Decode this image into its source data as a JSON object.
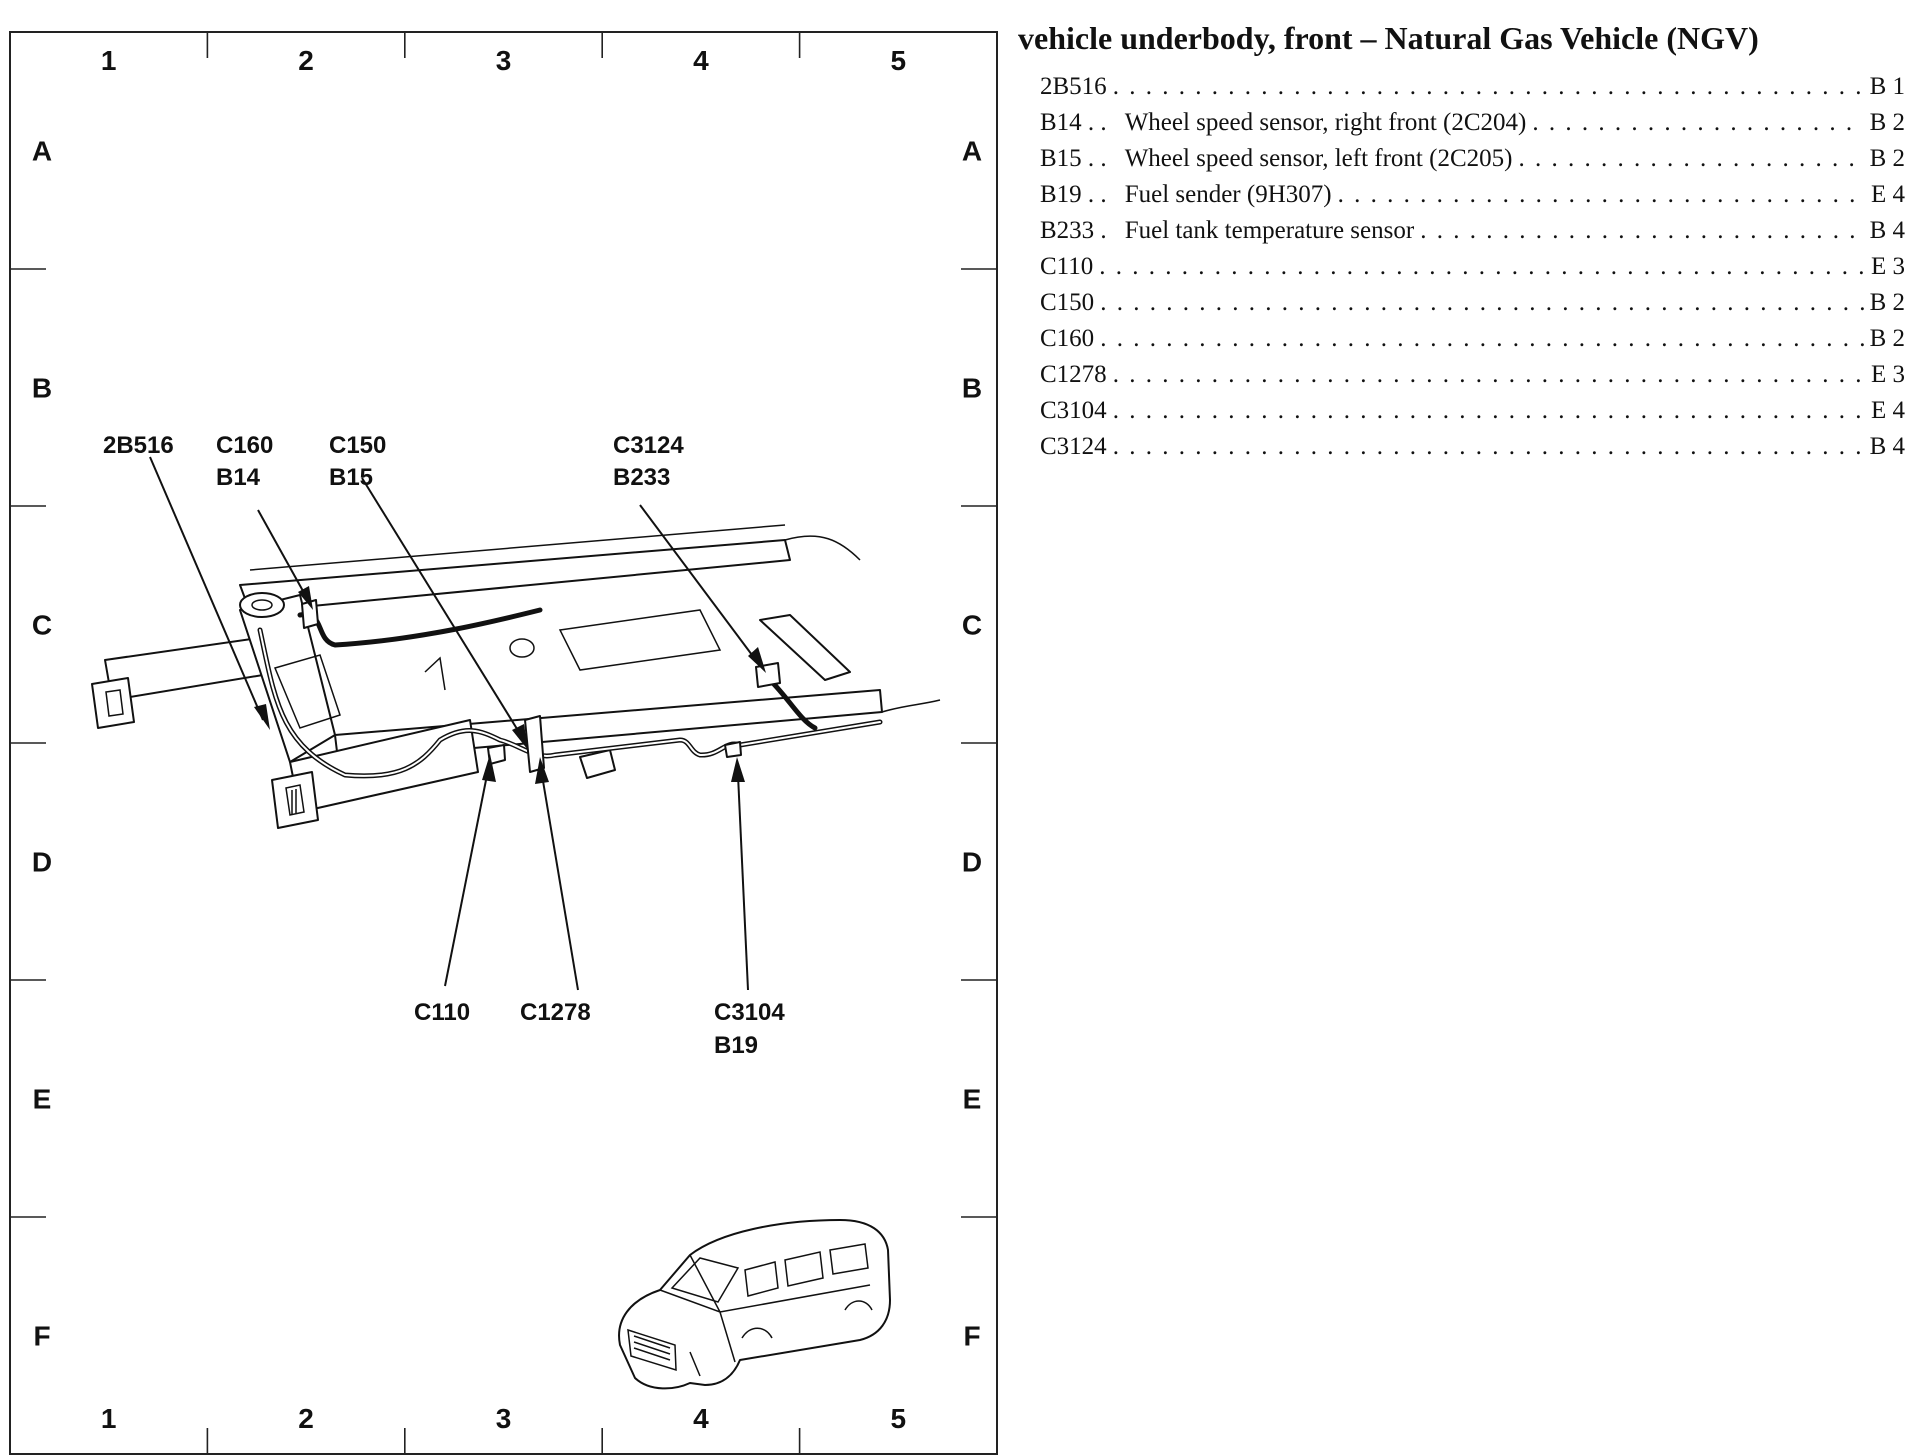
{
  "grid": {
    "columns": [
      "1",
      "2",
      "3",
      "4",
      "5"
    ],
    "rows": [
      "A",
      "B",
      "C",
      "D",
      "E",
      "F"
    ]
  },
  "callouts": {
    "l_2b516": "2B516",
    "l_c160": "C160",
    "l_b14": "B14",
    "l_c150": "C150",
    "l_b15": "B15",
    "l_c3124": "C3124",
    "l_b233": "B233",
    "l_c110": "C110",
    "l_c1278": "C1278",
    "l_c3104": "C3104",
    "l_b19": "B19"
  },
  "index": {
    "title": "vehicle underbody, front – Natural Gas Vehicle (NGV)",
    "items": [
      {
        "code": "2B516",
        "description": "",
        "location": "B 1"
      },
      {
        "code": "B14 . .",
        "description": "Wheel speed sensor, right front (2C204)",
        "location": "B 2"
      },
      {
        "code": "B15 . .",
        "description": "Wheel speed sensor, left front (2C205)",
        "location": "B 2"
      },
      {
        "code": "B19 . .",
        "description": "Fuel sender (9H307)",
        "location": "E 4"
      },
      {
        "code": "B233 .",
        "description": "Fuel tank temperature sensor",
        "location": "B 4"
      },
      {
        "code": "C110",
        "description": "",
        "location": "E 3"
      },
      {
        "code": "C150",
        "description": "",
        "location": "B 2"
      },
      {
        "code": "C160",
        "description": "",
        "location": "B 2"
      },
      {
        "code": "C1278",
        "description": "",
        "location": "E 3"
      },
      {
        "code": "C3104",
        "description": "",
        "location": "E 4"
      },
      {
        "code": "C3124",
        "description": "",
        "location": "B 4"
      }
    ]
  }
}
